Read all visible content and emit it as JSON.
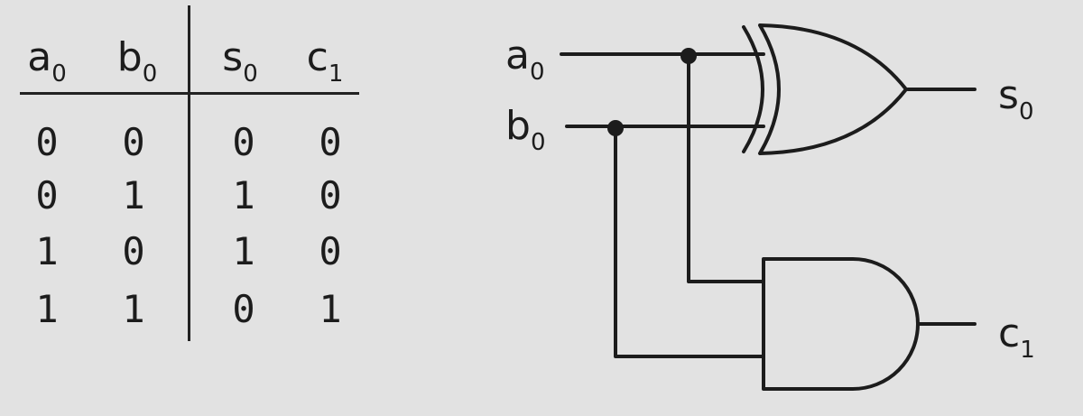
{
  "truth_table": {
    "headers": [
      {
        "base": "a",
        "sub": "0"
      },
      {
        "base": "b",
        "sub": "0"
      },
      {
        "base": "s",
        "sub": "0"
      },
      {
        "base": "c",
        "sub": "1"
      }
    ],
    "rows": [
      [
        "0",
        "0",
        "0",
        "0"
      ],
      [
        "0",
        "1",
        "1",
        "0"
      ],
      [
        "1",
        "0",
        "1",
        "0"
      ],
      [
        "1",
        "1",
        "0",
        "1"
      ]
    ]
  },
  "circuit": {
    "inputs": [
      {
        "base": "a",
        "sub": "0"
      },
      {
        "base": "b",
        "sub": "0"
      }
    ],
    "outputs": [
      {
        "base": "s",
        "sub": "0"
      },
      {
        "base": "c",
        "sub": "1"
      }
    ],
    "gates": [
      {
        "id": "xor-gate",
        "type": "XOR"
      },
      {
        "id": "and-gate",
        "type": "AND"
      }
    ],
    "line_color": "#1c1c1c"
  }
}
